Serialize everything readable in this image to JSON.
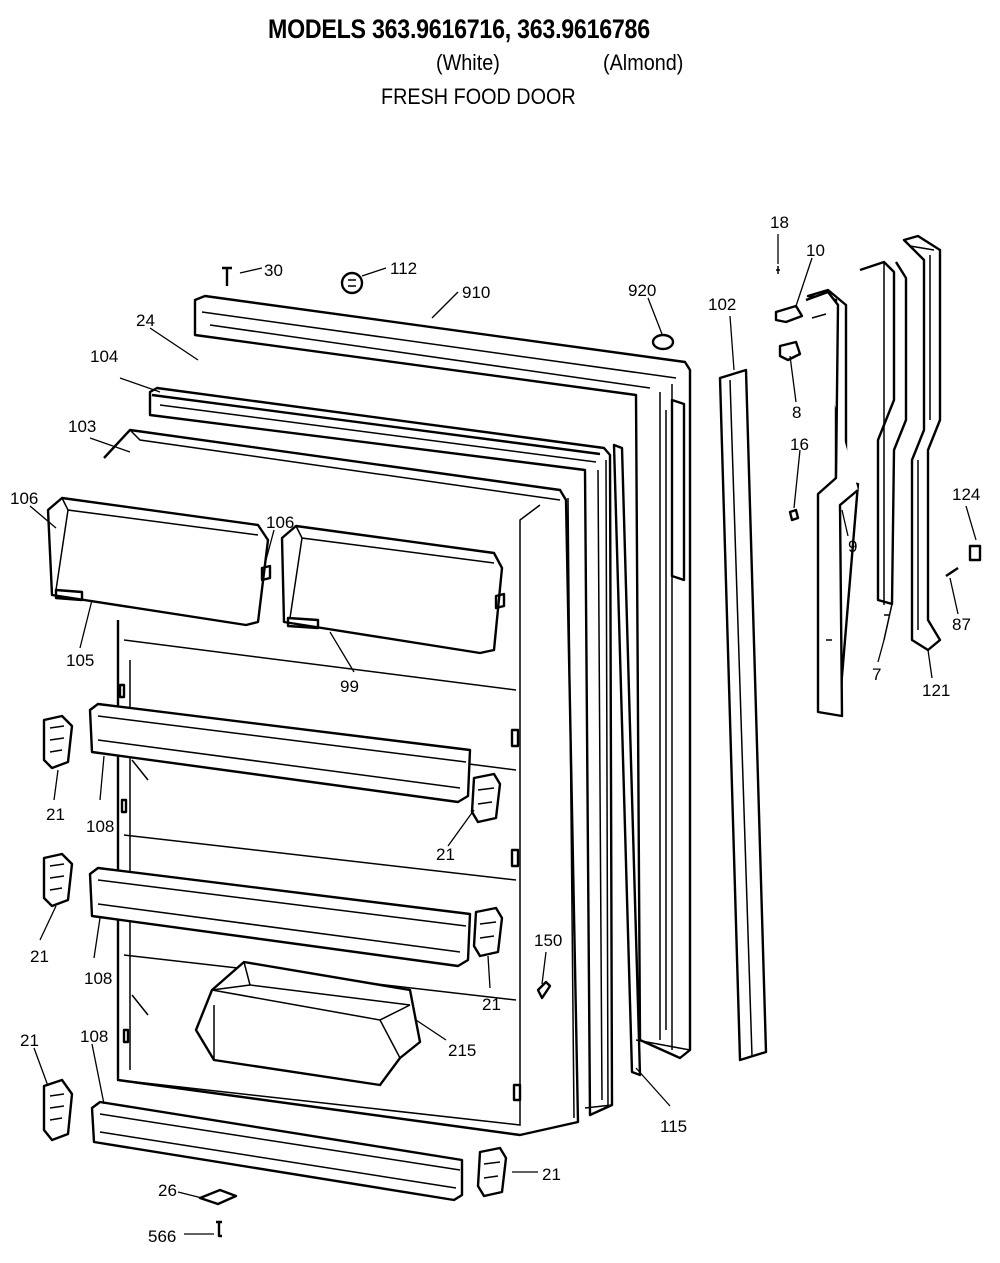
{
  "header": {
    "title": "MODELS 363.9616716, 363.9616786",
    "variant_white": "(White)",
    "variant_almond": "(Almond)",
    "subtitle": "FRESH FOOD DOOR"
  },
  "parts": {
    "p30": "30",
    "p112": "112",
    "p910": "910",
    "p920": "920",
    "p24": "24",
    "p104": "104",
    "p103": "103",
    "p106a": "106",
    "p106b": "106",
    "p105": "105",
    "p99": "99",
    "p102": "102",
    "p18": "18",
    "p10": "10",
    "p8": "8",
    "p16": "16",
    "p9": "9",
    "p7": "7",
    "p121": "121",
    "p124": "124",
    "p87": "87",
    "p21a": "21",
    "p21b": "21",
    "p21c": "21",
    "p21d": "21",
    "p21e": "21",
    "p21f": "21",
    "p108a": "108",
    "p108b": "108",
    "p108c": "108",
    "p150": "150",
    "p215": "215",
    "p115": "115",
    "p26": "26",
    "p566": "566"
  }
}
